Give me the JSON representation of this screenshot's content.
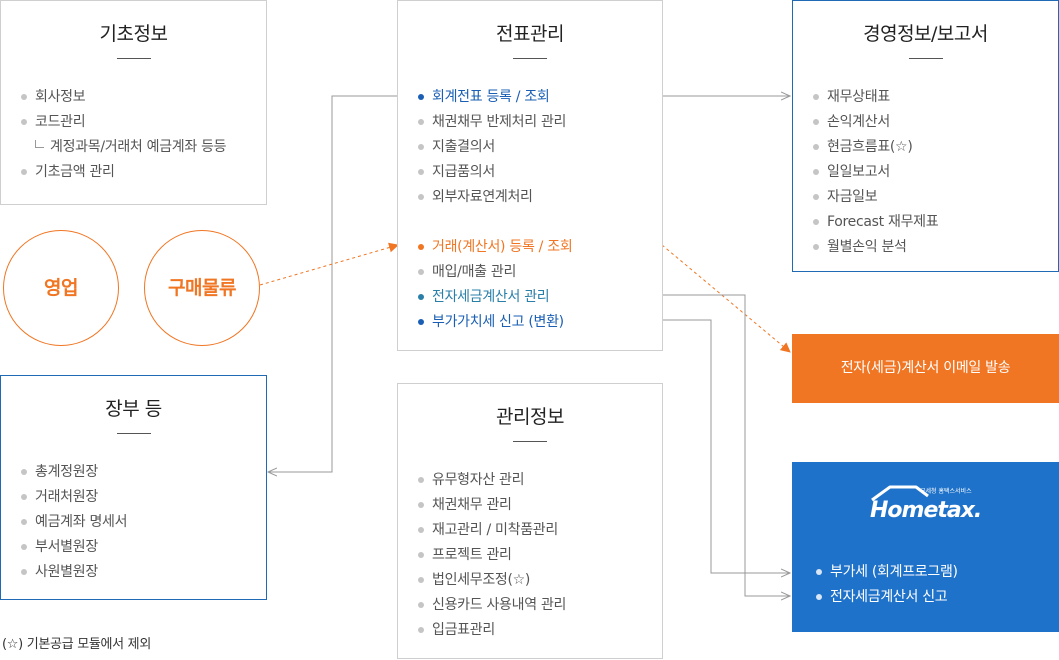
{
  "boxes": {
    "basic": {
      "title": "기초정보",
      "items": [
        "회사정보",
        "코드관리",
        "계정과목/거래처 예금계좌 등등",
        "기초금액 관리"
      ]
    },
    "voucher": {
      "title": "전표관리",
      "items": [
        "회계전표 등록 / 조회",
        "채권채무 반제처리 관리",
        "지출결의서",
        "지급품의서",
        "외부자료연계처리",
        "거래(계산서) 등록 / 조회",
        "매입/매출 관리",
        "전자세금계산서 관리",
        "부가가치세 신고 (변환)"
      ]
    },
    "management": {
      "title": "경영정보/보고서",
      "items": [
        "재무상태표",
        "손익계산서",
        "현금흐름표(☆)",
        "일일보고서",
        "자금일보",
        "Forecast 재무제표",
        "월별손익 분석"
      ]
    },
    "ledger": {
      "title": "장부 등",
      "items": [
        "총계정원장",
        "거래처원장",
        "예금계좌 명세서",
        "부서별원장",
        "사원별원장"
      ]
    },
    "admin": {
      "title": "관리정보",
      "items": [
        "유무형자산 관리",
        "채권채무 관리",
        "재고관리 / 미착품관리",
        "프로젝트 관리",
        "법인세무조정(☆)",
        "신용카드 사용내역 관리",
        "입금표관리"
      ]
    }
  },
  "circles": {
    "sales": "영업",
    "purchase": "구매물류"
  },
  "email_banner": "전자(세금)계산서 이메일 발송",
  "hometax": {
    "logo_text": "Hometax.",
    "logo_small": "국세청 홈택스서비스",
    "items": [
      "부가세 (회계프로그램)",
      "전자세금계산서 신고"
    ]
  },
  "note": "(☆) 기본공급 모듈에서 제외",
  "colors": {
    "orange": "#f07623",
    "blue": "#1a5fb4",
    "hometax_bg": "#1f72c9",
    "gray_line": "#999999"
  }
}
